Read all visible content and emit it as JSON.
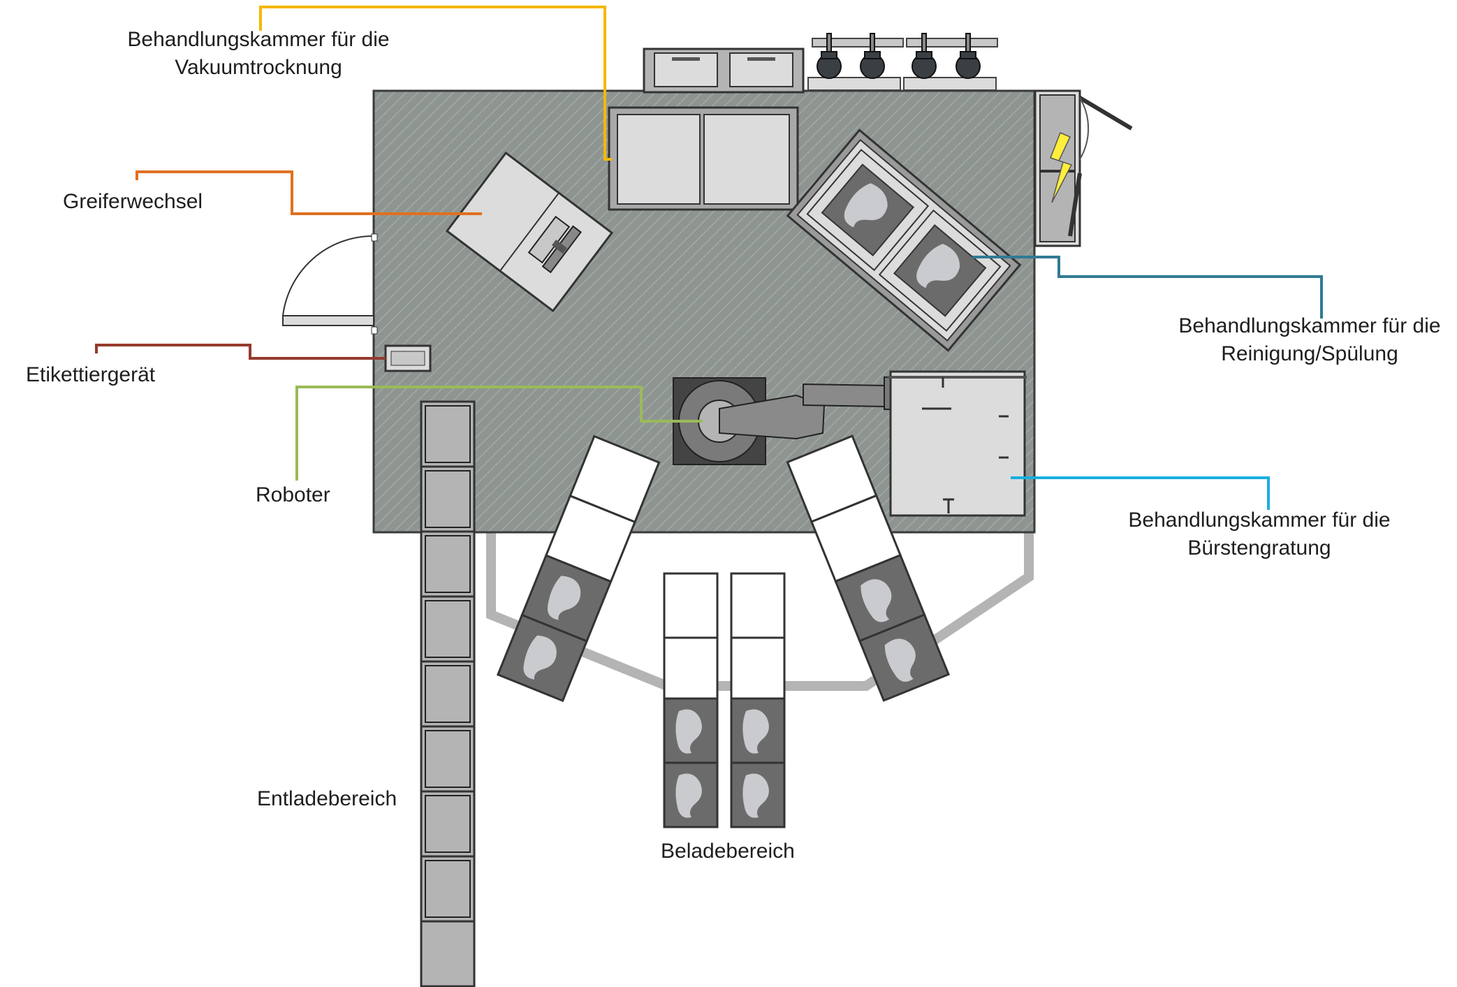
{
  "labels": {
    "vacuum_drying": {
      "line1": "Behandlungskammer für die",
      "line2": "Vakuumtrocknung"
    },
    "gripper_change": "Greiferwechsel",
    "cleaning_rinsing": {
      "line1": "Behandlungskammer für die",
      "line2": "Reinigung/Spülung"
    },
    "labeler": "Etikettiergerät",
    "robot": "Roboter",
    "brush_deburring": {
      "line1": "Behandlungskammer für die",
      "line2": "Bürstengratung"
    },
    "unloading_area": "Entladebereich",
    "loading_area": "Beladebereich"
  },
  "colors": {
    "vacuum_drying_line": "#f5b800",
    "gripper_change_line": "#e07020",
    "labeler_line": "#963a2e",
    "robot_line": "#9aba58",
    "cleaning_line": "#317a94",
    "brush_line": "#1aaee0",
    "floor": "#8e9591"
  },
  "icons": {
    "electrical_cabinet": "lightning-bolt-icon",
    "compressor_units": "pump-icon"
  }
}
